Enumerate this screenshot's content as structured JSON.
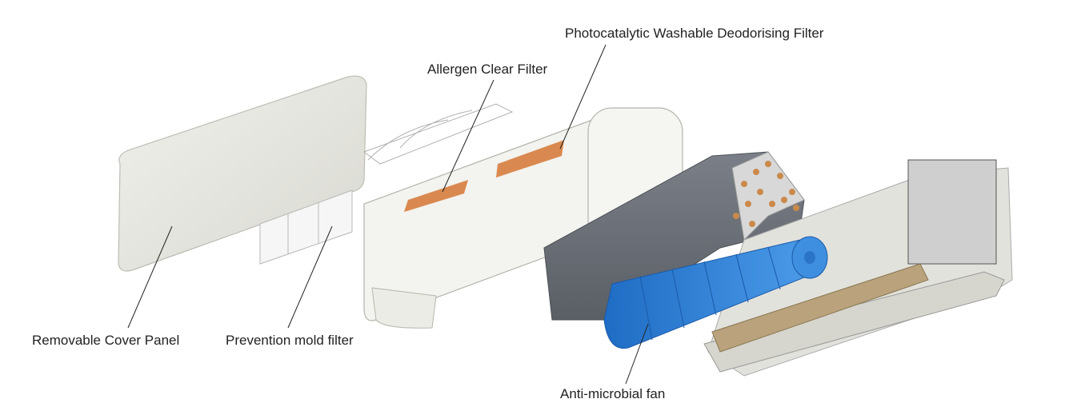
{
  "labels": {
    "deodorising_filter": "Photocatalytic Washable Deodorising Filter",
    "allergen_filter": "Allergen Clear Filter",
    "cover_panel": "Removable Cover Panel",
    "mold_filter": "Prevention mold filter",
    "fan": "Anti-microbial fan"
  },
  "colors": {
    "panel": "#e6e6e0",
    "filter_orange": "#d9894f",
    "fan_blue": "#2f7fd6",
    "heat_exchanger": "#6f747c",
    "copper": "#c98a4a",
    "tray": "#b9a27c"
  }
}
